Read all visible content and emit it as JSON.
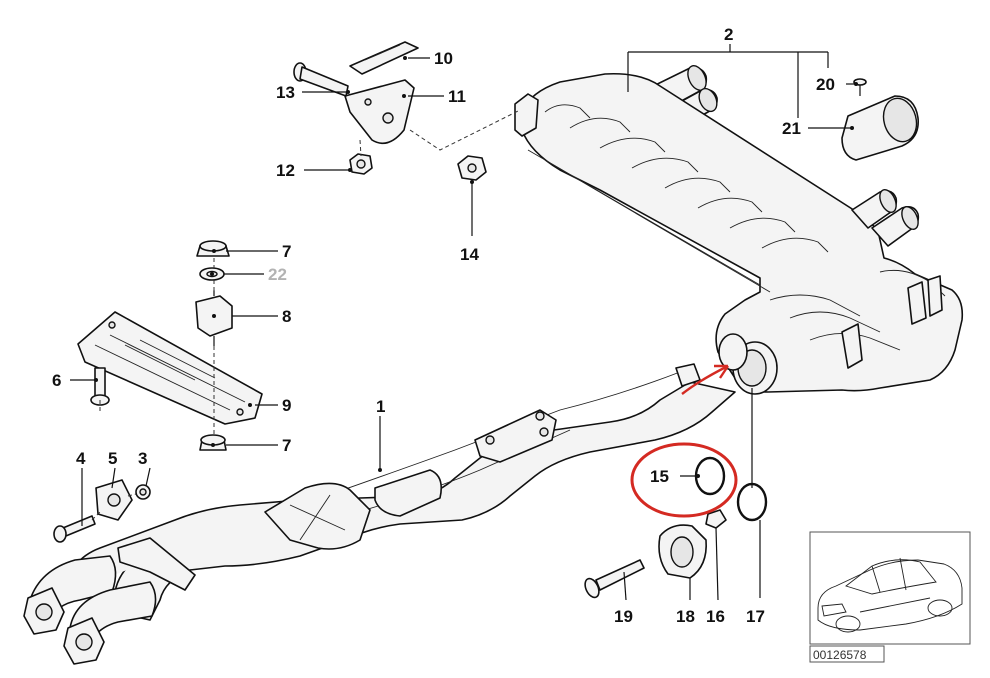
{
  "diagram": {
    "part_numbers": [
      "1",
      "2",
      "3",
      "4",
      "5",
      "6",
      "7",
      "7",
      "8",
      "9",
      "10",
      "11",
      "12",
      "13",
      "14",
      "15",
      "16",
      "17",
      "18",
      "19",
      "20",
      "21",
      "22"
    ],
    "labels": {
      "p1": "1",
      "p2": "2",
      "p3": "3",
      "p4": "4",
      "p5": "5",
      "p6": "6",
      "p7a": "7",
      "p7b": "7",
      "p8": "8",
      "p9": "9",
      "p10": "10",
      "p11": "11",
      "p12": "12",
      "p13": "13",
      "p14": "14",
      "p15": "15",
      "p16": "16",
      "p17": "17",
      "p18": "18",
      "p19": "19",
      "p20": "20",
      "p21": "21",
      "p22": "22"
    },
    "highlighted_part": "15",
    "highlight_color": "#d42a22",
    "arrow_color": "#d42a22",
    "label_color": "#111111",
    "inactive_label_color": "#b3b3b3",
    "image_code": "00126578"
  }
}
